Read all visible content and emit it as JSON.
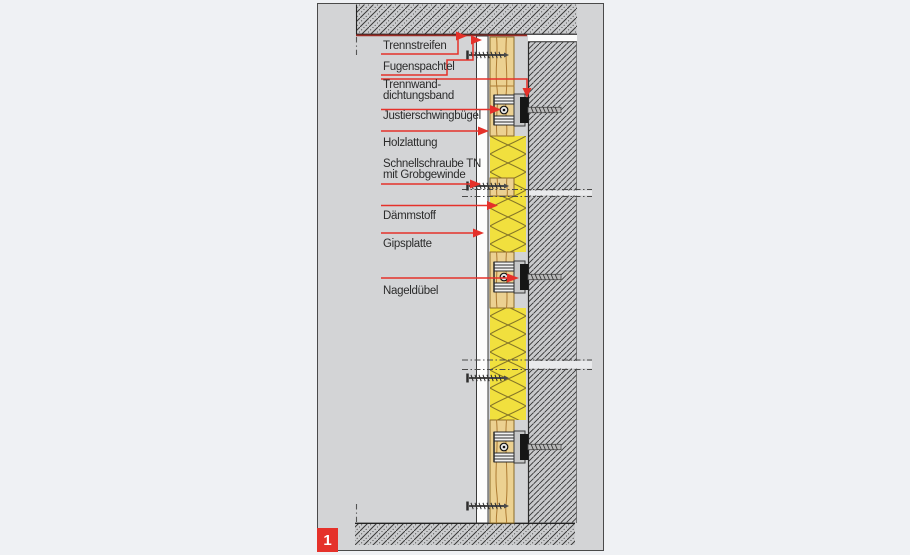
{
  "diagram": {
    "figure_number": "1",
    "labels": [
      {
        "lines": [
          "Trennstreifen"
        ]
      },
      {
        "lines": [
          "Fugenspachtel"
        ]
      },
      {
        "lines": [
          "Trennwand-",
          "dichtungsband"
        ]
      },
      {
        "lines": [
          "Justierschwingbügel"
        ]
      },
      {
        "lines": [
          "Holzlattung"
        ]
      },
      {
        "lines": [
          "Schnellschraube TN",
          "mit Grobgewinde"
        ]
      },
      {
        "lines": [
          "Dämmstoff"
        ]
      },
      {
        "lines": [
          "Gipsplatte"
        ]
      },
      {
        "lines": [
          "Nageldübel"
        ]
      }
    ],
    "colors": {
      "accent_red": "#e5312a",
      "separating_strip_red": "#9b2d26",
      "insulation_yellow": "#f1e03e",
      "wood_tan": "#ecd191",
      "panel_gray": "#d3d4d6"
    }
  }
}
